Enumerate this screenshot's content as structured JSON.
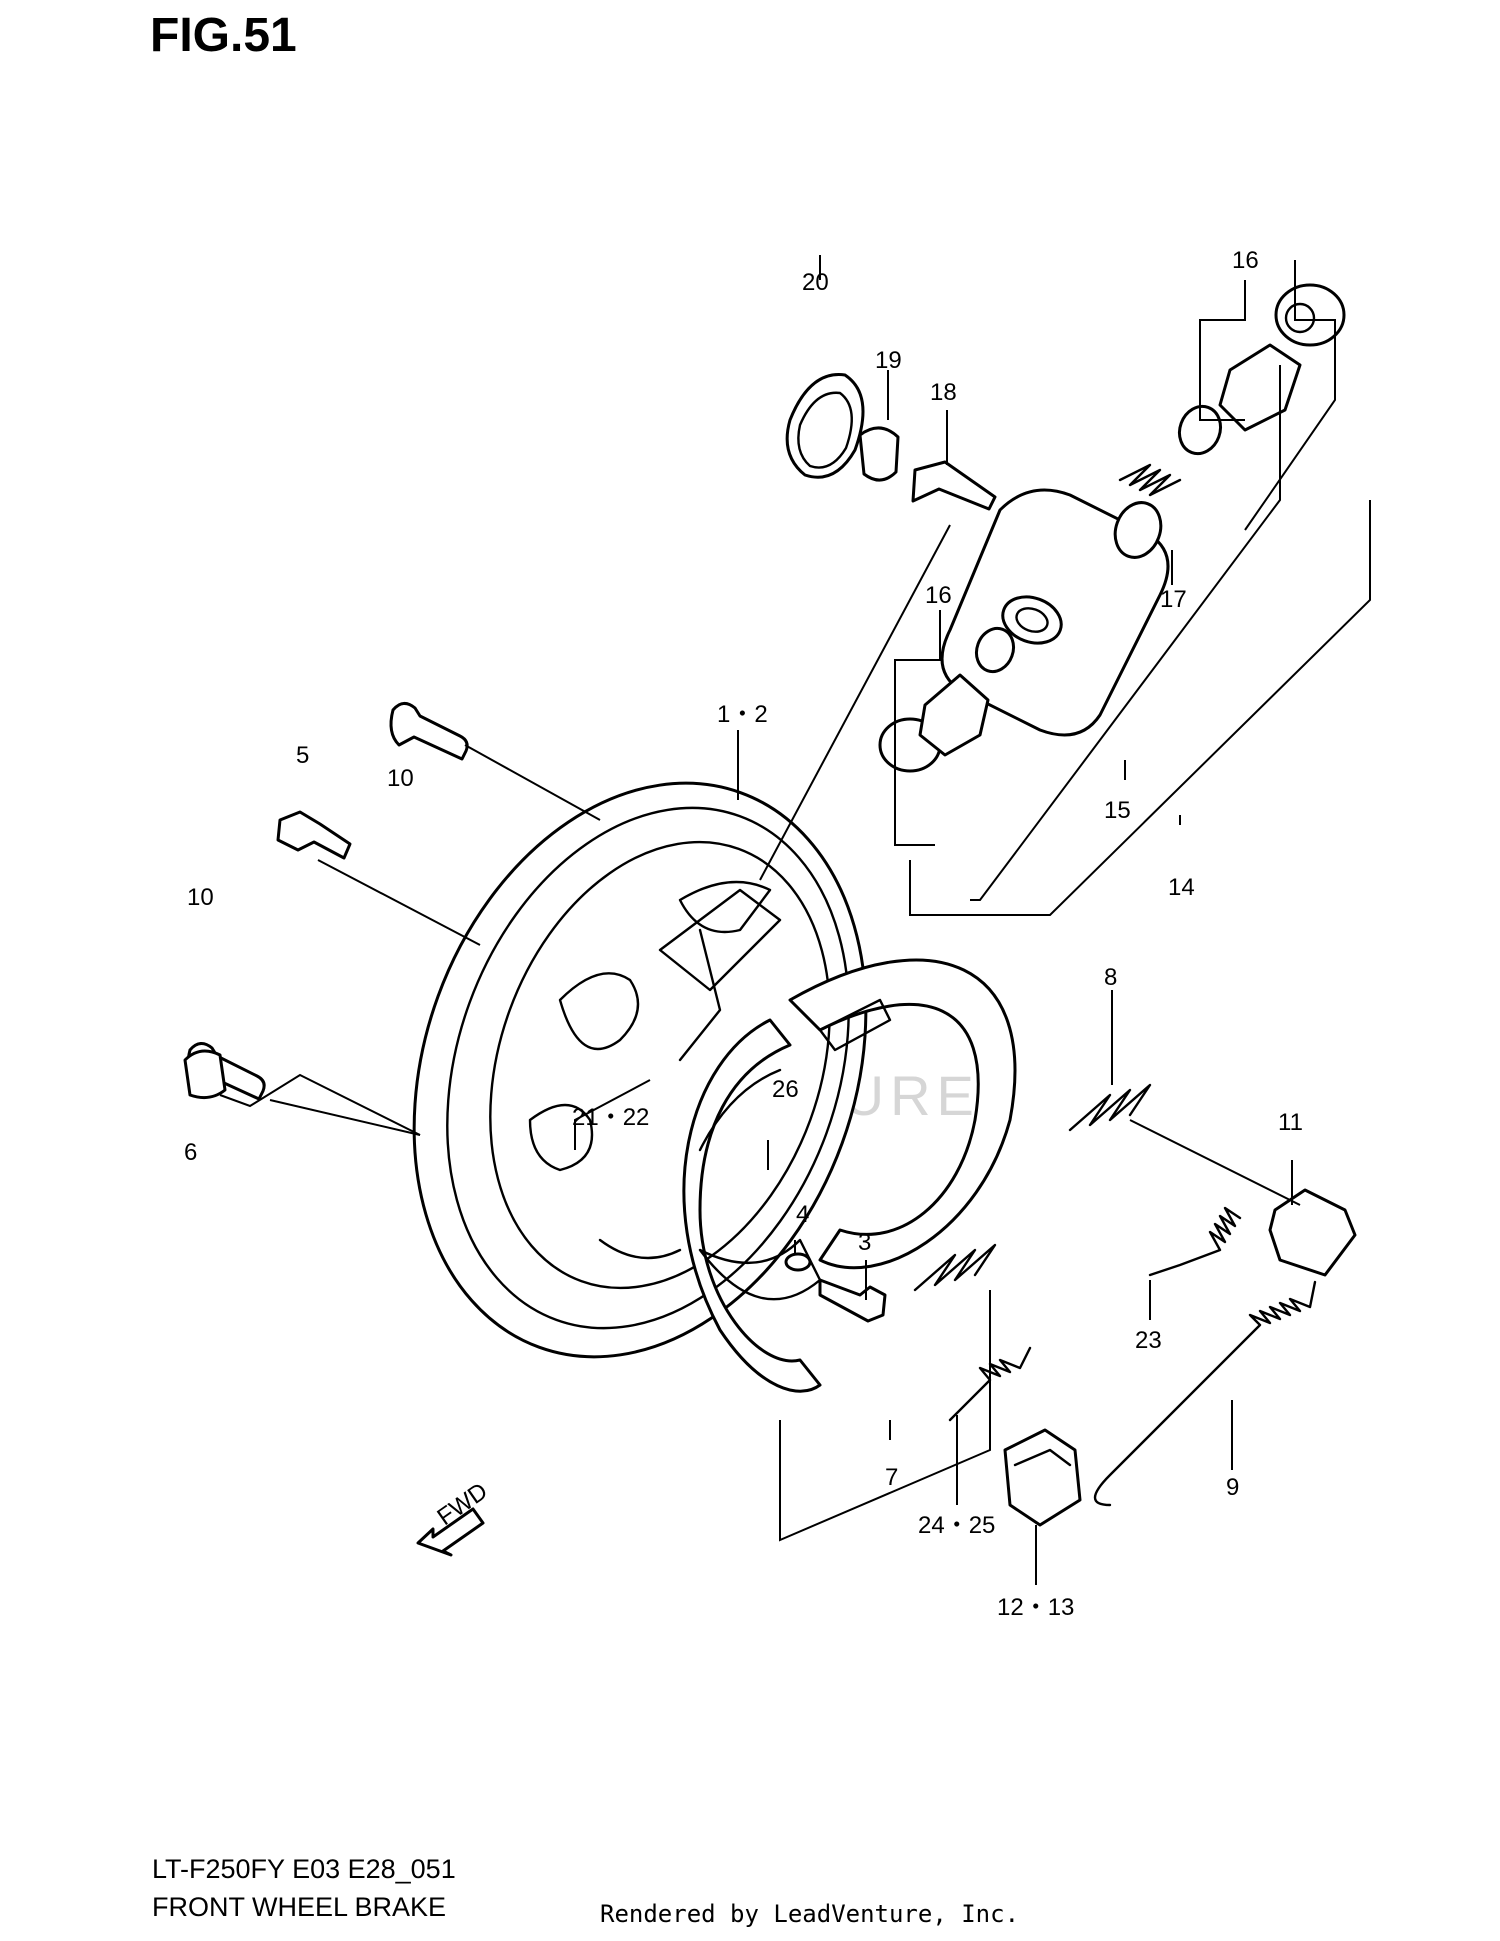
{
  "figure": {
    "title": "FIG.51"
  },
  "footer": {
    "model": "LT-F250FY E03 E28_051",
    "name": "FRONT WHEEL BRAKE",
    "rendered_by": "Rendered by LeadVenture, Inc."
  },
  "watermark": "LEADVENTURE",
  "callouts": {
    "c1_2": "1・2",
    "c3": "3",
    "c4": "4",
    "c5": "5",
    "c6": "6",
    "c7": "7",
    "c8": "8",
    "c9": "9",
    "c10a": "10",
    "c10b": "10",
    "c11": "11",
    "c12_13": "12・13",
    "c14": "14",
    "c15": "15",
    "c16a": "16",
    "c16b": "16",
    "c17": "17",
    "c18": "18",
    "c19": "19",
    "c20": "20",
    "c21_22": "21・22",
    "c23": "23",
    "c24_25": "24・25",
    "c26": "26"
  },
  "fwd_label": "FWD"
}
